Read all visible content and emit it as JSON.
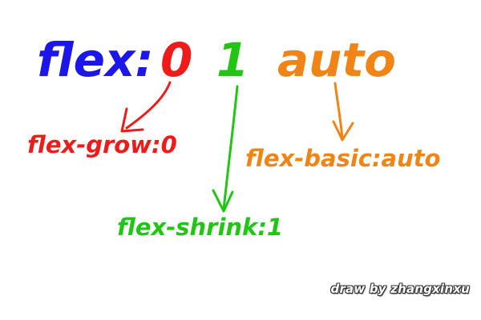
{
  "heading": {
    "keyword": "flex:",
    "grow_value": "0",
    "shrink_value": "1",
    "basis_value": "auto"
  },
  "labels": {
    "grow": "flex-grow:0",
    "shrink": "flex-shrink:1",
    "basis": "flex-basic:auto"
  },
  "signature": "draw by zhangxinxu",
  "colors": {
    "keyword": "#1c17e8",
    "grow": "#ef1a1a",
    "shrink": "#22c515",
    "basis": "#f08416",
    "background": "#ffffff"
  }
}
